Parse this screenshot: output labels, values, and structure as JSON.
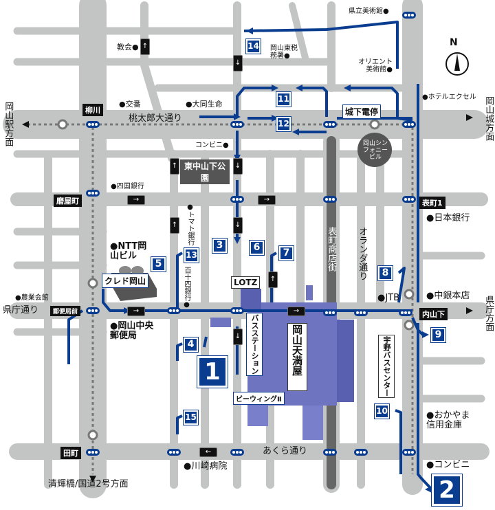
{
  "directions": {
    "west": "岡山駅方面",
    "east": "岡山城方面",
    "east2": "県庁方面",
    "south": "清輝橋/国道2号方面",
    "kencho_dori": "県庁通り"
  },
  "roads": {
    "momotaro": "桃太郎大通り",
    "akura": "あくら通り",
    "omotecho": "表町商店街",
    "oranda": "オランダ通り"
  },
  "compass": {
    "label": "N"
  },
  "stops": {
    "yanagawa": "柳川",
    "togiyamachi": "磨屋町",
    "yubinkyokumae": "郵便局前",
    "tamachi": "田町",
    "shiroshita": "城下電停",
    "omotecho1": "表町1",
    "uchisange": "内山下",
    "higashinakasange": "東中山下公園"
  },
  "bus_stop_numbers": [
    "1",
    "2",
    "3",
    "4",
    "5",
    "6",
    "7",
    "8",
    "9",
    "10",
    "11",
    "12",
    "13",
    "14",
    "15"
  ],
  "landmarks": {
    "kyokai": "教会●",
    "koban": "●交番",
    "daido": "●大同生命",
    "kenritsu": "県立美術館●",
    "zeimusho": "岡山東税務署●",
    "orient": "オリエント美術館●",
    "hotel": "●ホテルエクセル",
    "konbini1": "コンビニ●",
    "symphony": "岡山シンフォニービル",
    "shikoku": "●四国銀行",
    "tomato": "●トマト銀行",
    "hyakujushi": "百十四銀行●",
    "ntt": "●NTT岡山ビル",
    "cred": "クレド岡山",
    "nogyo": "●農業会館",
    "chuo_yubin": "●岡山中央郵便局",
    "lotz": "LOTZ",
    "busstation": "バスステーション",
    "tenmaya": "岡山天満屋",
    "bewing": "ビーウィングⅡ",
    "nihonginko": "●日本銀行",
    "jtb": "●JTB",
    "chugin": "●中銀本店",
    "uno": "宇野バスセンター",
    "okashin": "●おかやま信用金庫",
    "konbini2": "●コンビニ",
    "kawasaki": "●川崎病院"
  },
  "colors": {
    "road": "#c3c4c4",
    "route": "#0a3d8f",
    "arcade": "#666666",
    "building": "#6f74c0"
  }
}
